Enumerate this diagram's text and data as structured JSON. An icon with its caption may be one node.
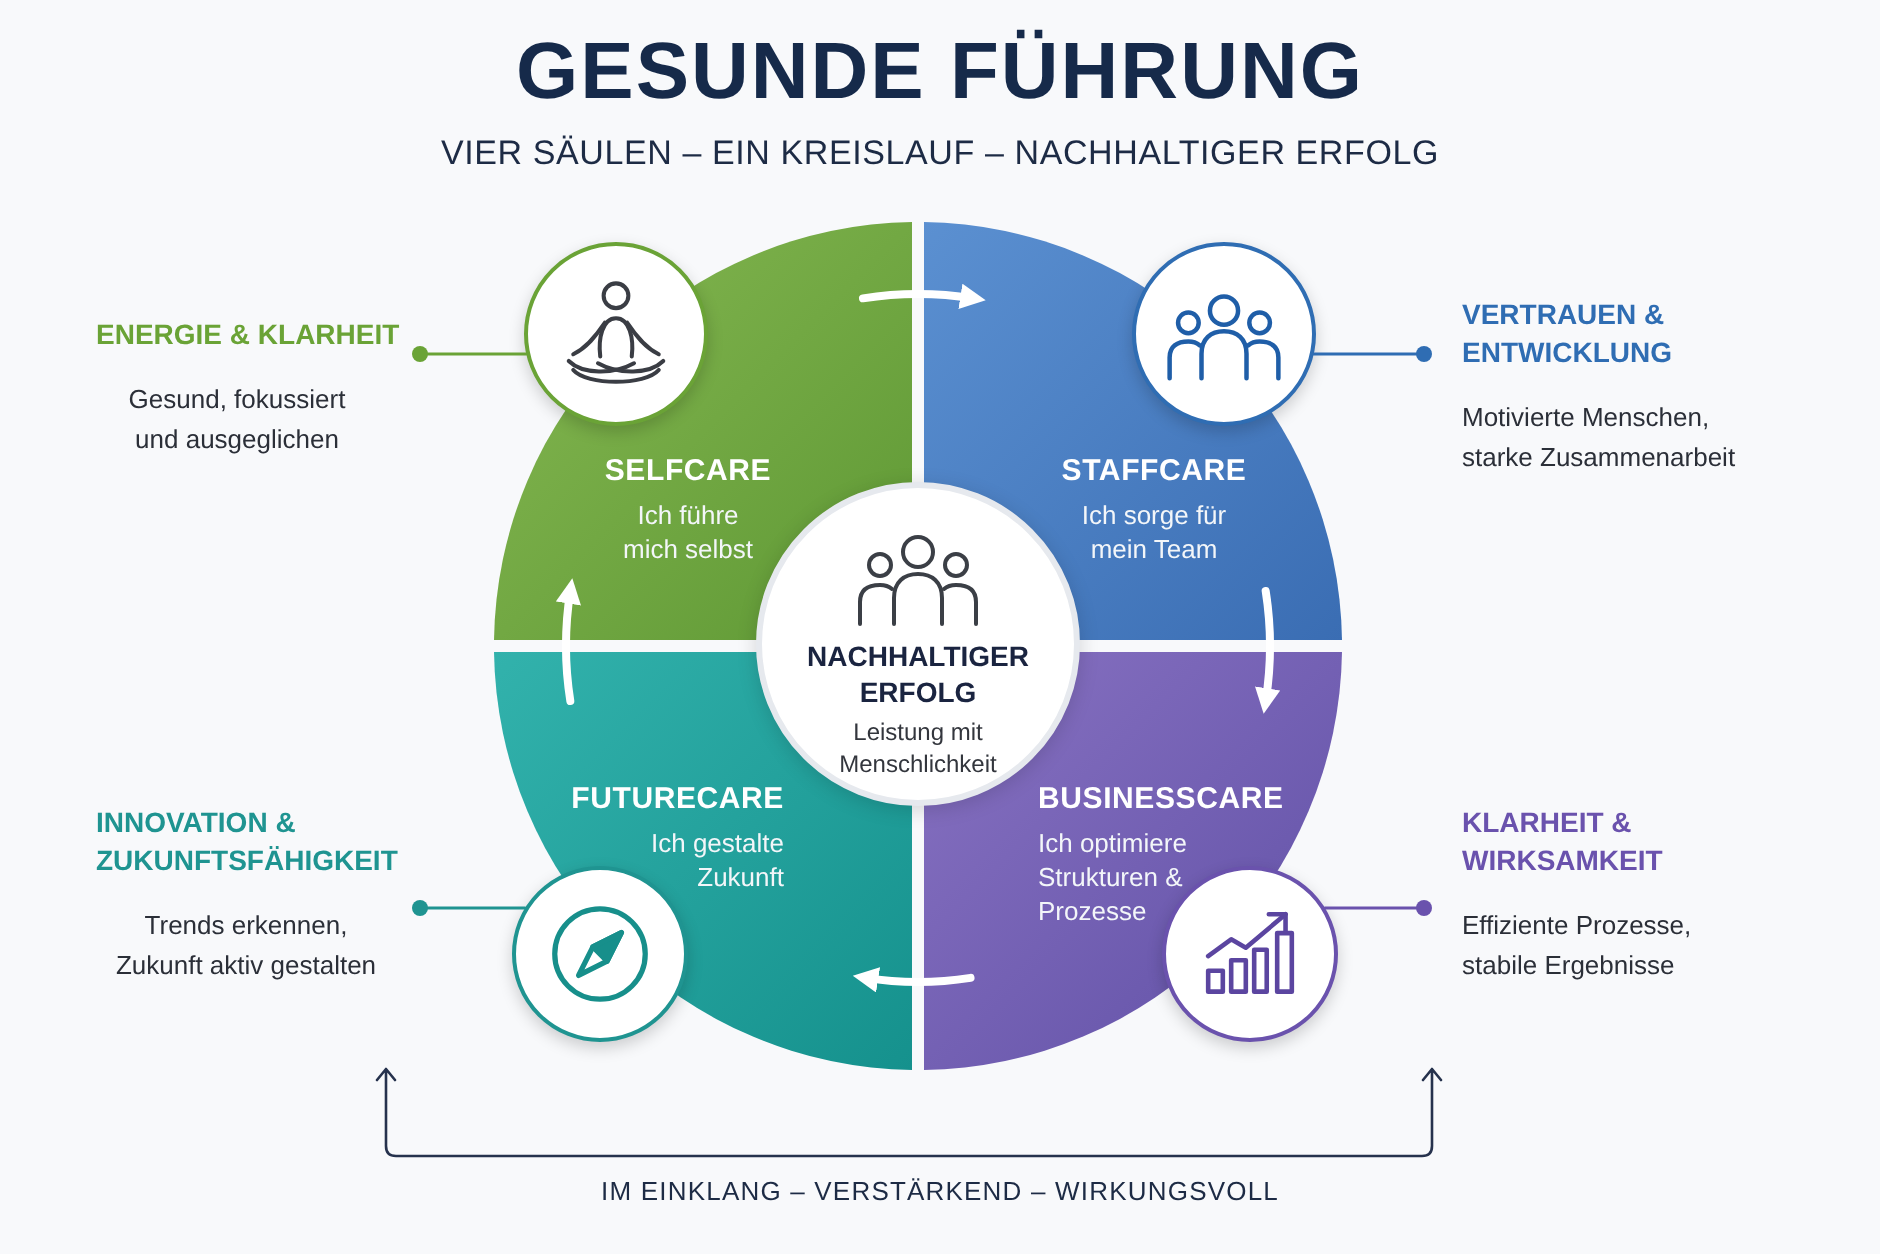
{
  "diagram": {
    "title": "GESUNDE FÜHRUNG",
    "nodes": [
      {
        "text": [
          "ENERGIE & KLARHEIT",
          "Gesund, fokussiert und ausgeglichen"
        ]
      },
      {
        "text": [],
        "shape": "circle"
      },
      {
        "text": [],
        "shape": "circle"
      },
      {
        "text": [
          "VERTRAUEN & ENTWICKLUNG",
          "Motivierte Menschen, starke Zusammenarbeit"
        ]
      },
      {
        "text": [
          "SELFCARE",
          "Ich führe mich selbst"
        ]
      },
      {
        "text": [
          "STAFFCARE",
          "Ich sorge für mein Team"
        ]
      },
      {
        "text": [
          "NACHHALTIGER ERFOLG",
          "Leistung mit Menschlichkeit"
        ]
      },
      {
        "text": [
          "INNOVATION & ZUKUNFTSFÄHIGKEIT",
          "Trends erkennen, Zukunft aktiv gestalten"
        ]
      },
      {
        "text": [
          "FUTURECARE",
          "Ich gestalte Zukunft"
        ]
      },
      {
        "text": [
          "BUSINESSCARE",
          "Ich optimiere Strukturen & Prozesse"
        ]
      },
      {
        "text": [
          "KLARHEIT & WIRKSAMKEIT",
          "Effiziente Prozesse, stabile Ergebnisse"
        ]
      },
      {
        "text": [],
        "shape": "circle"
      },
      {
        "text": [],
        "shape": "circle"
      }
    ],
    "edges": [
      {
        "from": 0,
        "to": 1,
        "arrow": "other",
        "color": "#6aa336"
      },
      {
        "from": 3,
        "to": 2,
        "arrow": "other",
        "color": "#2f6db3"
      },
      {
        "from": 7,
        "to": 11,
        "arrow": "other",
        "color": "#1f9491"
      },
      {
        "from": 10,
        "to": 12,
        "arrow": "other",
        "color": "#6a52ad"
      },
      {
        "from": 4,
        "to": 5,
        "arrow": "to",
        "style": "thick",
        "color": "#ffffff"
      },
      {
        "from": 5,
        "to": 9,
        "arrow": "to",
        "style": "thick",
        "color": "#ffffff"
      },
      {
        "from": 9,
        "to": 8,
        "arrow": "to",
        "style": "thick",
        "color": "#ffffff"
      },
      {
        "from": 8,
        "to": 4,
        "arrow": "to",
        "style": "thick",
        "color": "#ffffff"
      }
    ],
    "labels": [
      "VIER SÄULEN – EIN KREISLAUF – NACHHALTIGER ERFOLG",
      "IM EINKLANG – VERSTÄRKEND – WIRKUNGSVOLL"
    ]
  }
}
